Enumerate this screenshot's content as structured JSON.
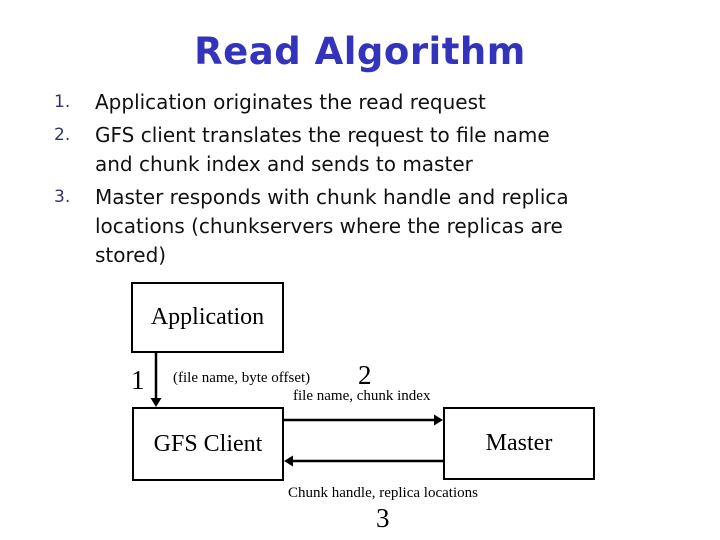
{
  "slide": {
    "title": "Read Algorithm",
    "list": [
      {
        "num": "1.",
        "text": "Application originates the read request"
      },
      {
        "num": "2.",
        "text": "GFS client translates the request to file name\nand chunk index and sends to master"
      },
      {
        "num": "3.",
        "text": "Master responds with chunk handle and replica\nlocations (chunkservers where the replicas are\nstored)"
      }
    ]
  },
  "diagram": {
    "application_box": "Application",
    "gfs_client_box": "GFS Client",
    "master_box": "Master",
    "step1_num": "1",
    "step1_label": "(file name, byte offset)",
    "step2_num": "2",
    "step2_label": "file name, chunk index",
    "step3_num": "3",
    "step3_label": "Chunk handle, replica locations"
  },
  "colors": {
    "title": "#3333bb",
    "list_number": "#333366",
    "body_text": "#111111",
    "diagram_ink": "#000000",
    "background": "#ffffff"
  }
}
